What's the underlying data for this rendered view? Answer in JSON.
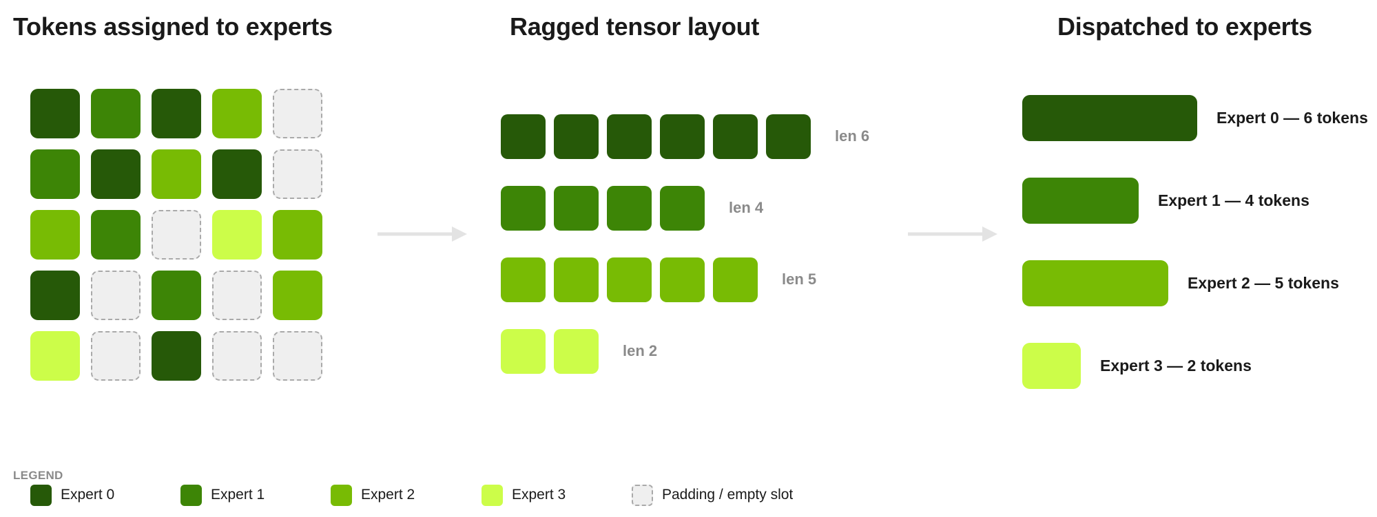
{
  "titles": {
    "left": "Tokens assigned to experts",
    "middle": "Ragged tensor layout",
    "right": "Dispatched to experts"
  },
  "colors": {
    "expert_0": "#265908",
    "expert_1": "#3d8506",
    "expert_2": "#78bb04",
    "expert_3": "#ccfd49",
    "padding": "#efefef",
    "padding_border": "#a9a9a9",
    "arrow": "#e3e3e3",
    "muted_text": "#8a8a8a"
  },
  "token_grid": [
    [
      "expert_0",
      "expert_1",
      "expert_0",
      "expert_2",
      "padding"
    ],
    [
      "expert_1",
      "expert_0",
      "expert_2",
      "expert_0",
      "padding"
    ],
    [
      "expert_2",
      "expert_1",
      "padding",
      "expert_3",
      "expert_2"
    ],
    [
      "expert_0",
      "padding",
      "expert_1",
      "padding",
      "expert_2"
    ],
    [
      "expert_3",
      "padding",
      "expert_0",
      "padding",
      "padding"
    ]
  ],
  "ragged_rows": [
    {
      "expert": "expert_0",
      "count": 6,
      "label": "len 6"
    },
    {
      "expert": "expert_1",
      "count": 4,
      "label": "len 4"
    },
    {
      "expert": "expert_2",
      "count": 5,
      "label": "len 5"
    },
    {
      "expert": "expert_3",
      "count": 2,
      "label": "len 2"
    }
  ],
  "dispatched": [
    {
      "expert": "expert_0",
      "tokens": 6,
      "label": "Expert 0 — 6 tokens"
    },
    {
      "expert": "expert_1",
      "tokens": 4,
      "label": "Expert 1 — 4 tokens"
    },
    {
      "expert": "expert_2",
      "tokens": 5,
      "label": "Expert 2 — 5 tokens"
    },
    {
      "expert": "expert_3",
      "tokens": 2,
      "label": "Expert 3 — 2 tokens"
    }
  ],
  "legend": {
    "title": "LEGEND",
    "items": [
      {
        "key": "expert_0",
        "label": "Expert 0"
      },
      {
        "key": "expert_1",
        "label": "Expert 1"
      },
      {
        "key": "expert_2",
        "label": "Expert 2"
      },
      {
        "key": "expert_3",
        "label": "Expert 3"
      },
      {
        "key": "padding",
        "label": "Padding / empty slot"
      }
    ]
  }
}
